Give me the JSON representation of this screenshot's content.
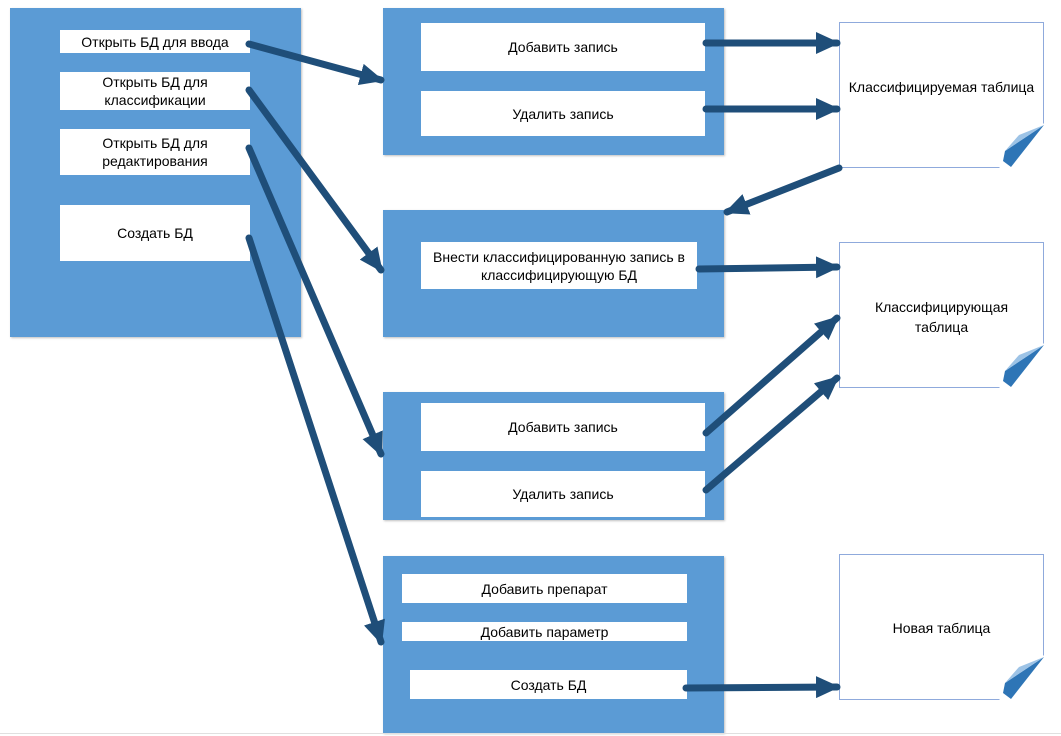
{
  "colors": {
    "panel": "#5b9bd5",
    "arrow": "#1f4e79",
    "curl": "#2e75b6"
  },
  "left_panel": {
    "items": [
      "Открыть БД для ввода",
      "Открыть БД для классификации",
      "Открыть БД для редактирования",
      "Создать БД"
    ]
  },
  "panel_edit_classified": {
    "add": "Добавить запись",
    "delete": "Удалить запись"
  },
  "panel_classify": {
    "action": "Внести классифицированную запись в классифицирующую БД"
  },
  "panel_edit_classifying": {
    "add": "Добавить запись",
    "delete": "Удалить запись"
  },
  "panel_create": {
    "add_drug": "Добавить препарат",
    "add_param": "Добавить параметр",
    "create": "Создать БД"
  },
  "documents": {
    "classified": "Классифицируемая таблица",
    "classifying": "Классифицирующая таблица",
    "new": "Новая таблица"
  }
}
